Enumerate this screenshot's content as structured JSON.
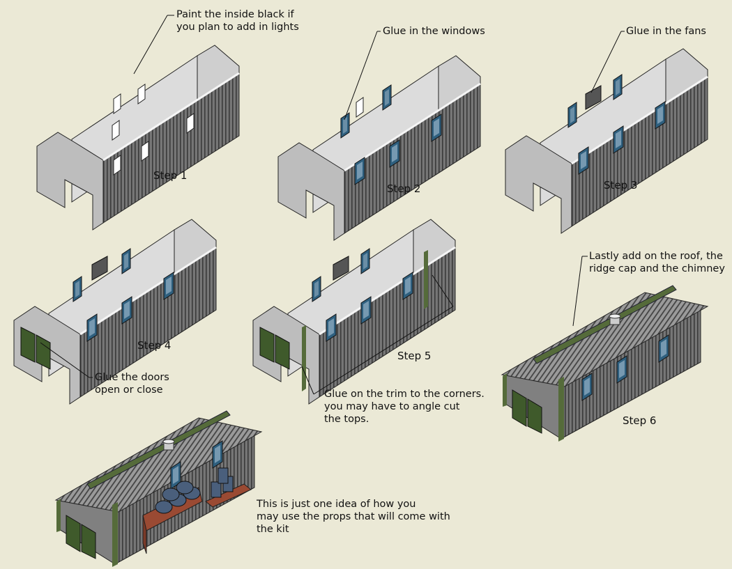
{
  "steps": [
    {
      "label": "Step 1",
      "note": "Paint the inside black if\nyou plan to add in lights"
    },
    {
      "label": "Step 2",
      "note": "Glue in the windows"
    },
    {
      "label": "Step 3",
      "note": "Glue in the fans"
    },
    {
      "label": "Step 4",
      "note": "Glue the doors\nopen or close"
    },
    {
      "label": "Step 5",
      "note": "Glue on the trim to the corners.\nyou may have to angle cut\nthe tops."
    },
    {
      "label": "Step 6",
      "note": "Lastly add on the roof, the\nridge cap and the chimney"
    }
  ],
  "final_note": "This is just one idea of how you\nmay use the props that will come with\nthe kit",
  "colors": {
    "background": "#ebe9d6",
    "wall_outer": "#6f6f6f",
    "wall_inner": "#d3d3d3",
    "window_frame": "#2e5f7e",
    "trim": "#556b3a",
    "roof": "#8d8d8d",
    "pallet": "#9a4a33",
    "barrel": "#4a5f7c"
  }
}
